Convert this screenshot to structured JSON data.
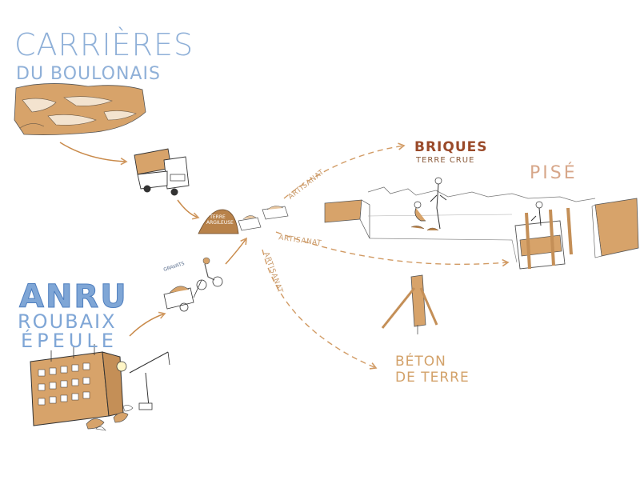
{
  "labels": {
    "carrieres_line1": "CARRIÈRES",
    "carrieres_line2": "DU BOULONAIS",
    "anru_line1": "ANRU",
    "anru_line2": "ROUBAIX",
    "anru_line3": "ÉPEULE",
    "briques_title": "BRIQUES",
    "briques_sub": "TERRE CRUE",
    "pise": "PISÉ",
    "beton_line1": "BÉTON",
    "beton_line2": "DE TERRE",
    "terre_argileuse": "TERRE ARGILEUSE",
    "gravats": "GRAVATS",
    "artisanat_top": "ARTISANAT",
    "artisanat_mid": "ARTISANAT",
    "artisanat_low": "ARTISANAT"
  },
  "colors": {
    "earth": "#d7a36a",
    "earth_dark": "#b8824a",
    "blue_text": "#8fb0d8",
    "brown_text": "#9a4a2a",
    "ink": "#333333",
    "arrow": "#d19a63"
  }
}
